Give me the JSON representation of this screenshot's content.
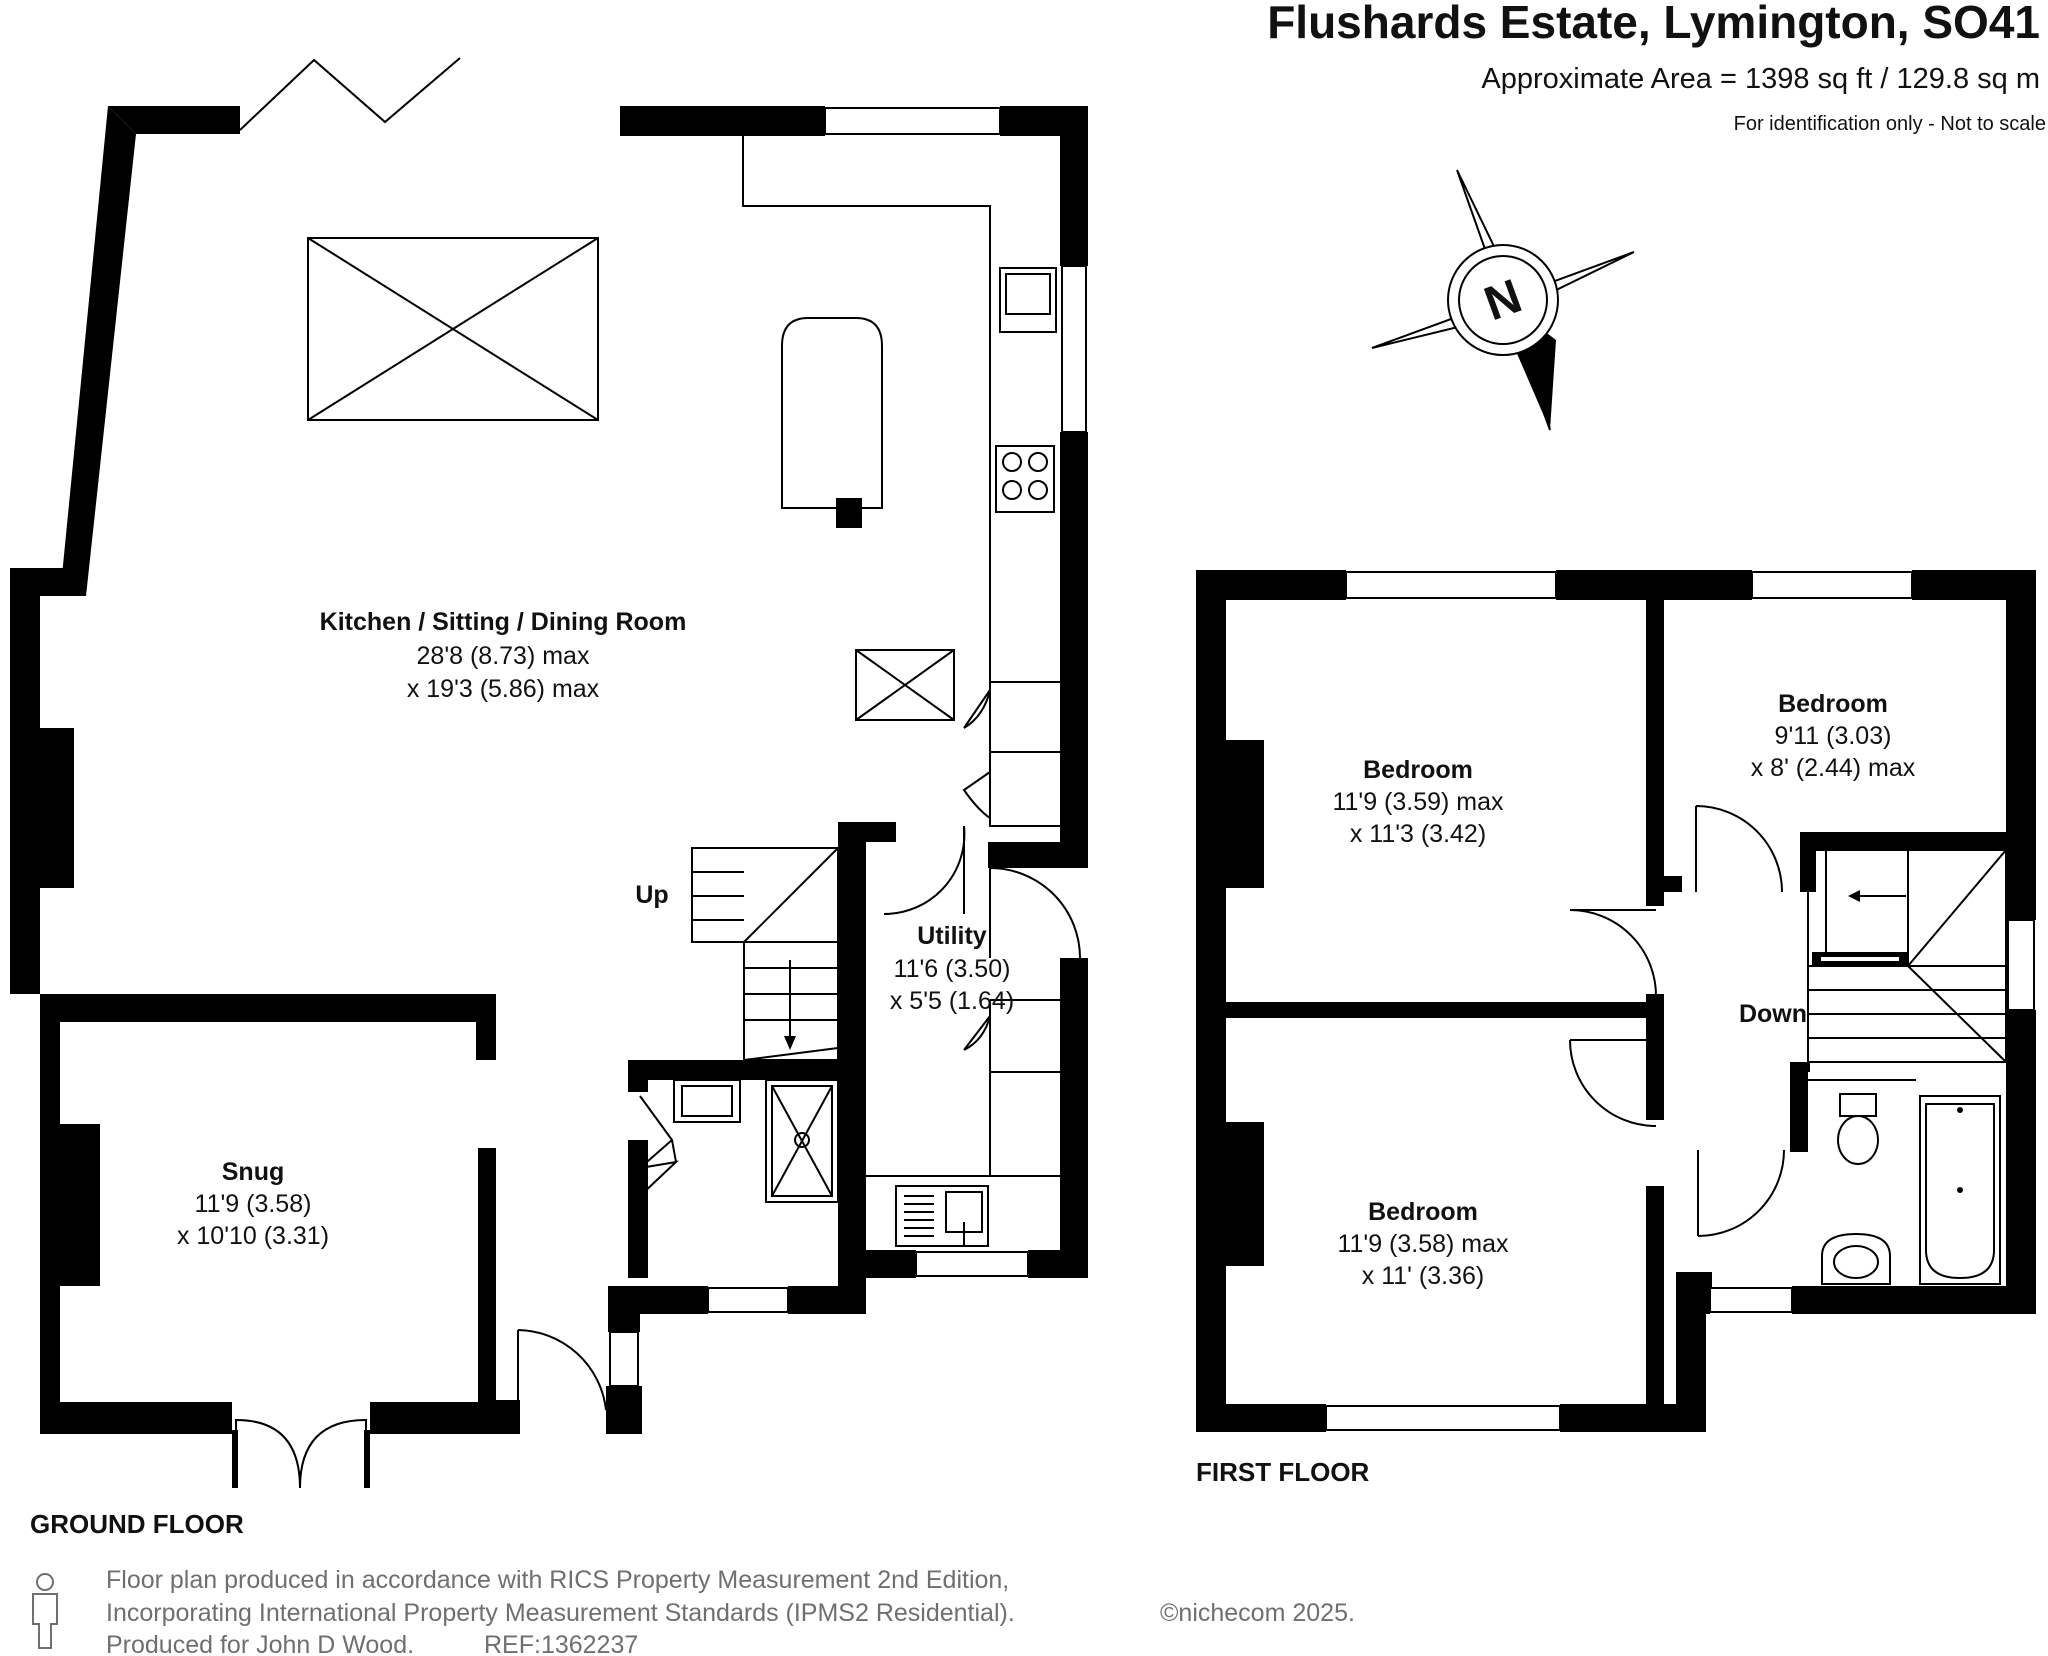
{
  "header": {
    "title": "Flushards Estate, Lymington, SO41",
    "area": "Approximate Area = 1398 sq ft / 129.8 sq m",
    "note": "For identification only - Not to scale"
  },
  "compass": {
    "label": "N"
  },
  "ground_floor": {
    "label": "GROUND FLOOR",
    "kitchen": {
      "name": "Kitchen / Sitting / Dining Room",
      "dim1": "28'8 (8.73) max",
      "dim2": "x 19'3 (5.86) max"
    },
    "snug": {
      "name": "Snug",
      "dim1": "11'9 (3.58)",
      "dim2": "x 10'10 (3.31)"
    },
    "utility": {
      "name": "Utility",
      "dim1": "11'6 (3.50)",
      "dim2": "x 5'5 (1.64)"
    },
    "stairs_label": "Up"
  },
  "first_floor": {
    "label": "FIRST FLOOR",
    "bedroom1": {
      "name": "Bedroom",
      "dim1": "11'9 (3.59) max",
      "dim2": "x 11'3 (3.42)"
    },
    "bedroom2": {
      "name": "Bedroom",
      "dim1": "9'11 (3.03)",
      "dim2": "x 8' (2.44) max"
    },
    "bedroom3": {
      "name": "Bedroom",
      "dim1": "11'9 (3.58) max",
      "dim2": "x 11' (3.36)"
    },
    "stairs_label": "Down"
  },
  "footer": {
    "line1": "Floor plan produced in accordance with RICS Property Measurement 2nd Edition,",
    "line2": "Incorporating International Property Measurement Standards (IPMS2 Residential).",
    "copyright": "©nichecom 2025.",
    "line3": "Produced for John D Wood.",
    "ref": "REF:1362237"
  },
  "colors": {
    "walls": "#000000",
    "footer_text": "#6f6f6f"
  }
}
